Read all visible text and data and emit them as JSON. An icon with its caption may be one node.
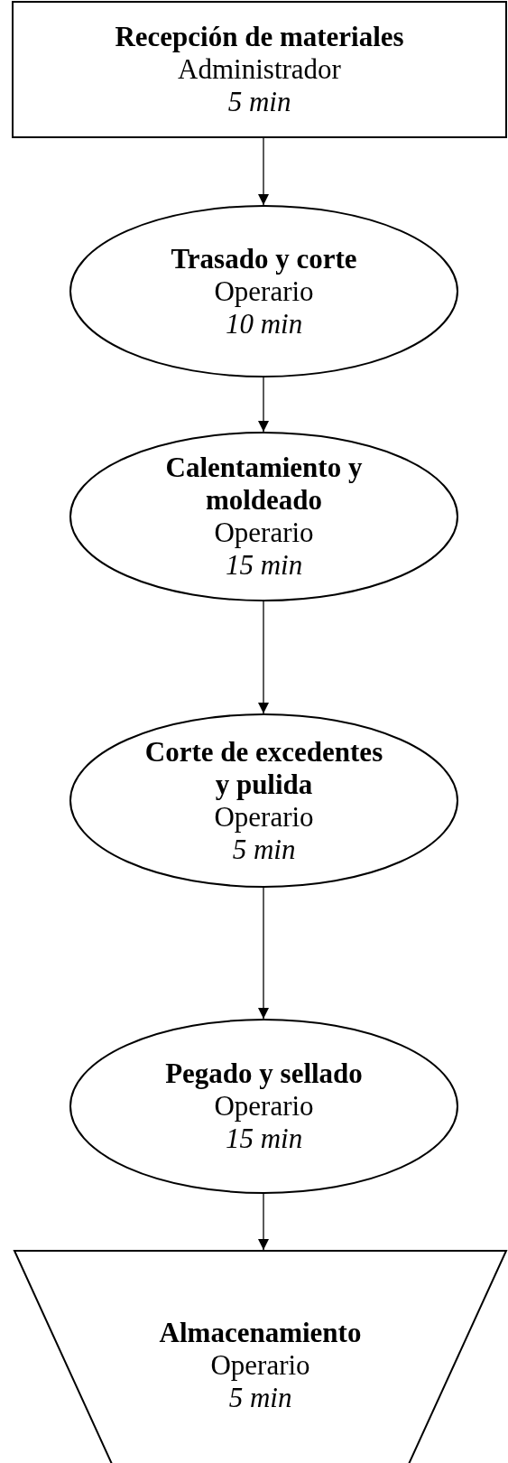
{
  "diagram": {
    "nodes": [
      {
        "text": [
          "Recepción de materiales",
          "Administrador",
          "5 min"
        ]
      },
      {
        "text": [
          "Trasado y corte",
          "Operario",
          "10 min"
        ]
      },
      {
        "text": [
          "Calentamiento y moldeado",
          "Operario",
          "15 min"
        ]
      },
      {
        "text": [
          "Corte de excedentes y pulida",
          "Operario",
          "5 min"
        ]
      },
      {
        "text": [
          "Pegado y sellado",
          "Operario",
          "15 min"
        ]
      },
      {
        "text": [
          "Almacenamiento",
          "Operario",
          "5 min"
        ]
      }
    ],
    "edges": [
      {
        "from": 0,
        "to": 1,
        "arrow": "to"
      },
      {
        "from": 1,
        "to": 2,
        "arrow": "to"
      },
      {
        "from": 2,
        "to": 3,
        "arrow": "to"
      },
      {
        "from": 3,
        "to": 4,
        "arrow": "to"
      },
      {
        "from": 4,
        "to": 5,
        "arrow": "to"
      }
    ]
  }
}
